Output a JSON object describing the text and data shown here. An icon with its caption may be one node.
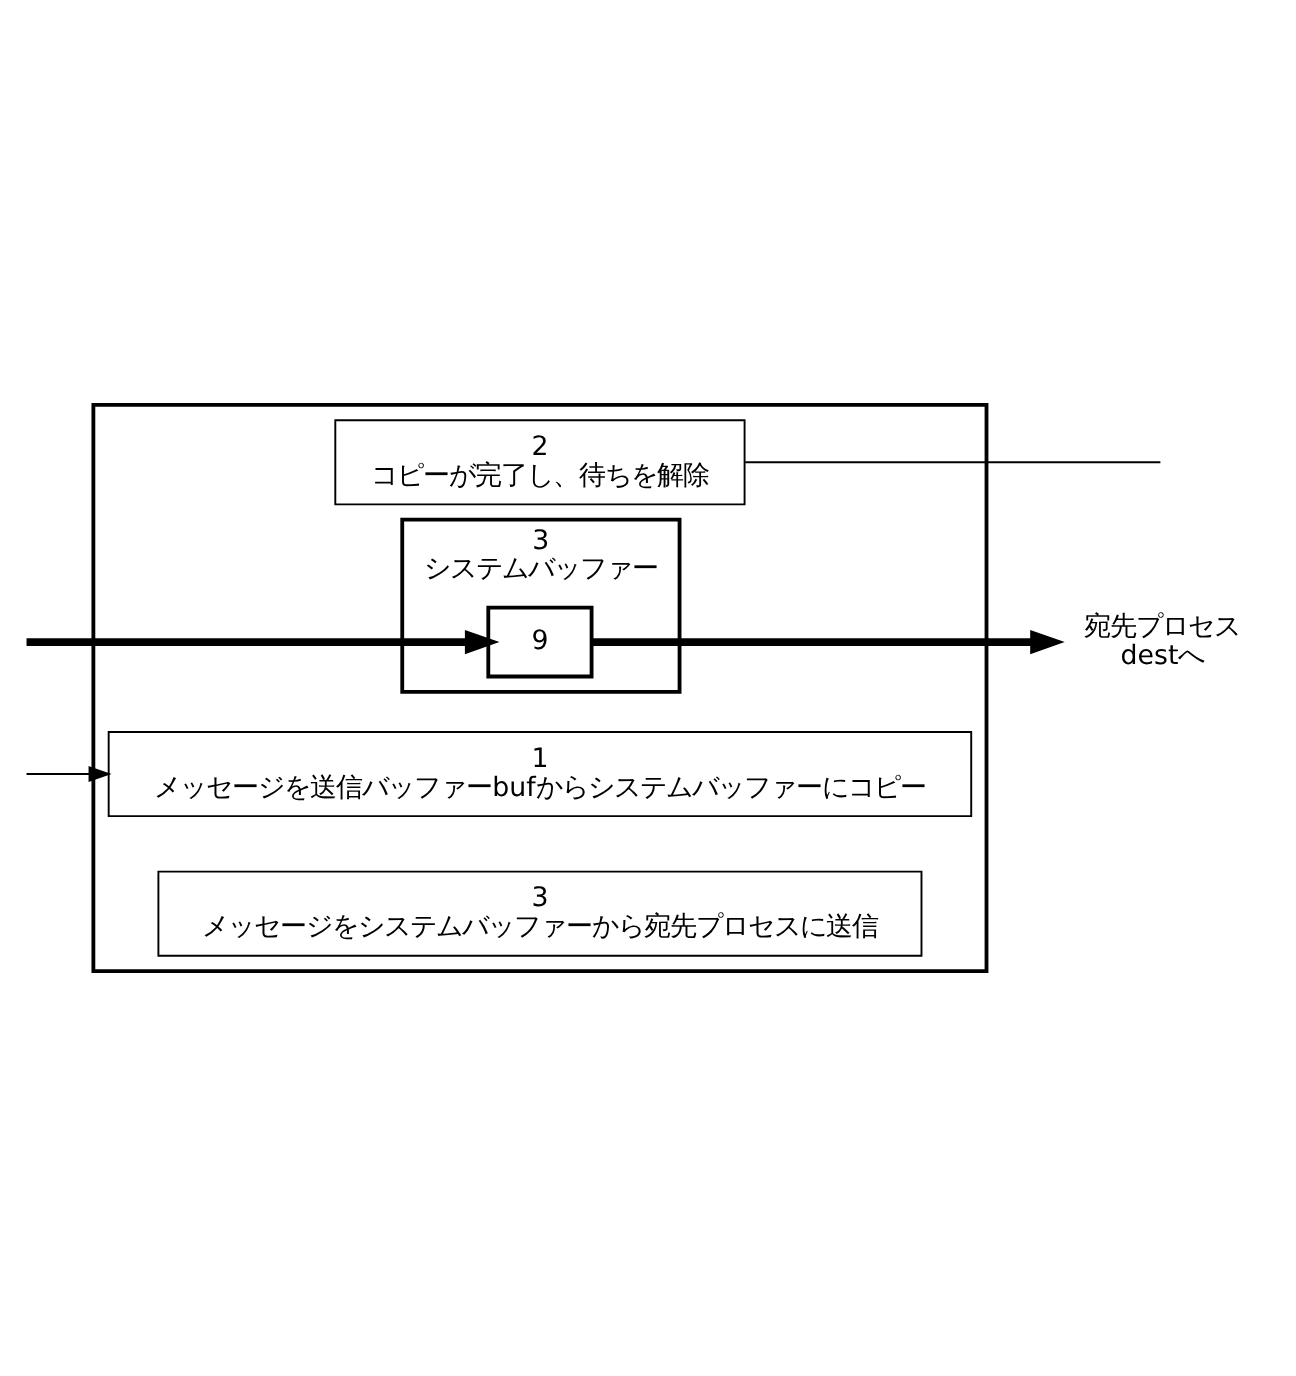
{
  "diagram": {
    "nodes": [
      {
        "text": [],
        "shape": "box"
      },
      {
        "text": [
          "1",
          "メッセージを送信バッファーbufからシステムバッファーにコピー"
        ],
        "in": 0
      },
      {
        "text": [
          "2",
          "コピーが完了し、待ちを解除"
        ],
        "in": 0
      },
      {
        "text": [
          "3",
          "メッセージをシステムバッファーから宛先プロセスに送信"
        ],
        "in": 0
      },
      {
        "text": [
          "3",
          "システムバッファー"
        ],
        "in": 0
      },
      {
        "text": [
          "9"
        ],
        "in": 4
      },
      {
        "text": [
          "宛先プロセス",
          "destへ"
        ]
      }
    ],
    "edges": [
      {
        "from": null,
        "to": 5,
        "arrow": "to",
        "style": "thick"
      },
      {
        "from": 5,
        "to": 6,
        "arrow": "to",
        "style": "thick"
      },
      {
        "from": null,
        "to": 1,
        "arrow": "to"
      },
      {
        "from": 2,
        "to": null,
        "arrow": "none"
      }
    ]
  }
}
